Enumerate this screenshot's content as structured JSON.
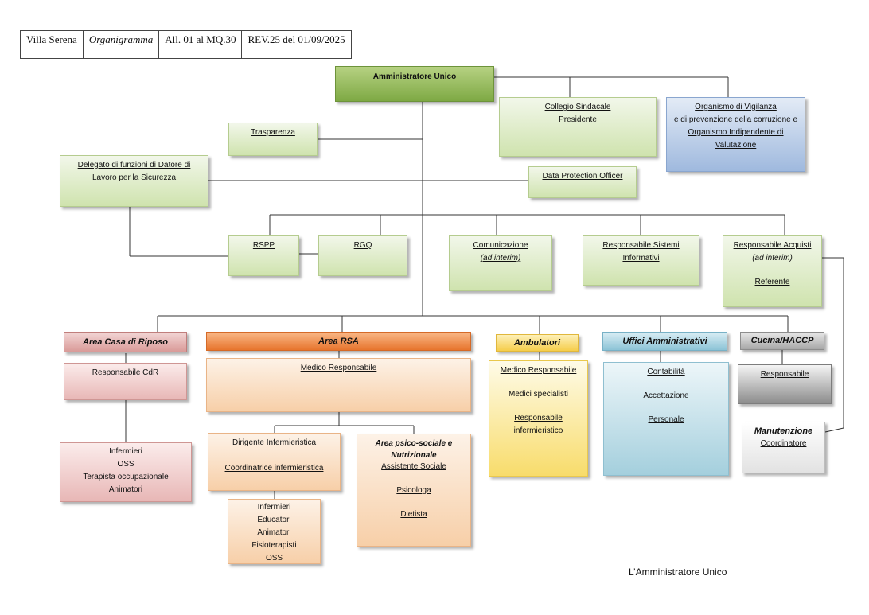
{
  "header": {
    "cells": [
      "Villa Serena",
      "Organigramma",
      "All. 01 al MQ.30",
      "REV.25 del 01/09/2025"
    ]
  },
  "top": {
    "amministratore": "Amministratore Unico",
    "collegio": [
      "Collegio Sindacale",
      "Presidente"
    ],
    "organismo": [
      "Organismo di Vigilanza",
      "e di prevenzione della corruzione e",
      "Organismo Indipendente di",
      "Valutazione"
    ],
    "trasparenza": "Trasparenza",
    "delegato": [
      "Delegato di funzioni di Datore di",
      "Lavoro per la Sicurezza"
    ],
    "dpo": "Data Protection Officer"
  },
  "staff": {
    "rspp": "RSPP",
    "rgq": "RGQ",
    "comunicazione": [
      "Comunicazione",
      "(ad interim)"
    ],
    "sistemi": [
      "Responsabile Sistemi",
      "Informativi"
    ],
    "acquisti": [
      "Responsabile Acquisti",
      "(ad interim)",
      "Referente"
    ]
  },
  "areas": {
    "cdr": {
      "title": "Area Casa di Riposo",
      "responsabile": "Responsabile CdR",
      "staff": [
        "Infermieri",
        "OSS",
        "Terapista occupazionale",
        "Animatori"
      ]
    },
    "rsa": {
      "title": "Area RSA",
      "medico": "Medico Responsabile",
      "dirigente": "Dirigente Infermieristica",
      "coordinatrice": "Coordinatrice infermieristica",
      "staff": [
        "Infermieri",
        "Educatori",
        "Animatori",
        "Fisioterapisti",
        "OSS"
      ],
      "psico_title": [
        "Area psico-sociale e",
        "Nutrizionale"
      ],
      "psico_items": [
        "Assistente Sociale",
        "Psicologa",
        "Dietista"
      ]
    },
    "ambulatori": {
      "title": "Ambulatori",
      "items": [
        "Medico Responsabile",
        "Medici specialisti",
        "Responsabile",
        "infermieristico"
      ]
    },
    "uffici": {
      "title": "Uffici Amministrativi",
      "items": [
        "Contabilità",
        "Accettazione",
        "Personale"
      ]
    },
    "cucina": {
      "title": "Cucina/HACCP",
      "responsabile": "Responsabile"
    },
    "manutenzione": {
      "title": "Manutenzione",
      "coordinatore": "Coordinatore"
    }
  },
  "signature": "L’Amministratore Unico"
}
